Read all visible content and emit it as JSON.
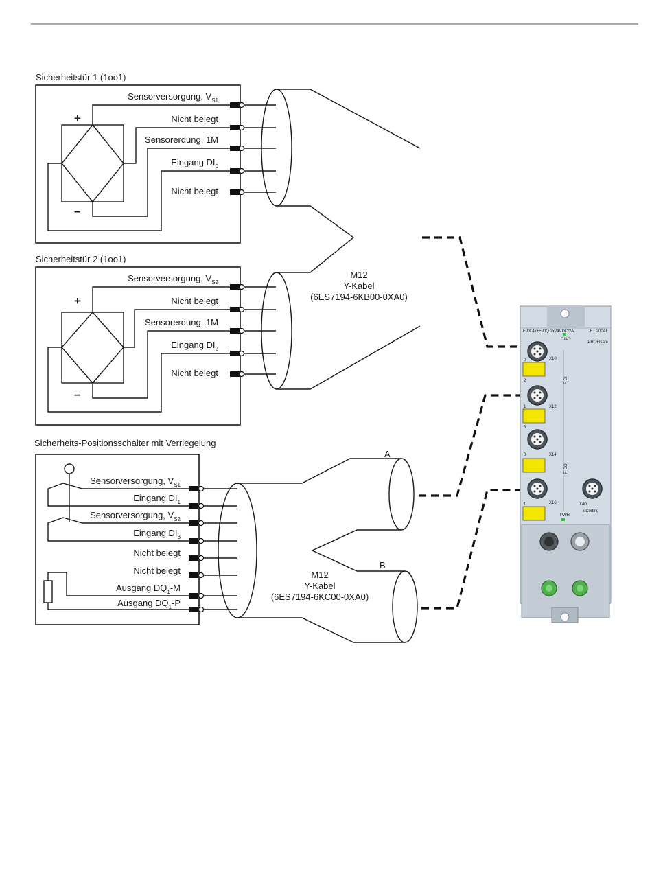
{
  "door1": {
    "title": "Sicherheitstür 1 (1oo1)",
    "pins": [
      {
        "label": "Sensorversorgung, V",
        "sub": "S1"
      },
      {
        "label": "Nicht belegt",
        "sub": ""
      },
      {
        "label": "Sensorerdung, 1M",
        "sub": ""
      },
      {
        "label": "Eingang DI",
        "sub": "0"
      },
      {
        "label": "Nicht belegt",
        "sub": ""
      }
    ],
    "plus": "+",
    "minus": "–"
  },
  "door2": {
    "title": "Sicherheitstür 2 (1oo1)",
    "pins": [
      {
        "label": "Sensorversorgung, V",
        "sub": "S2"
      },
      {
        "label": "Nicht belegt",
        "sub": ""
      },
      {
        "label": "Sensorerdung, 1M",
        "sub": ""
      },
      {
        "label": "Eingang DI",
        "sub": "2"
      },
      {
        "label": "Nicht belegt",
        "sub": ""
      }
    ],
    "plus": "+",
    "minus": "–"
  },
  "cable1": {
    "line1": "M12",
    "line2": "Y-Kabel",
    "line3": "(6ES7194-6KB00-0XA0)"
  },
  "switch": {
    "title": "Sicherheits-Positionsschalter mit Verriegelung",
    "pins": [
      {
        "label": "Sensorversorgung, V",
        "sub": "S1",
        "suffix": ""
      },
      {
        "label": "Eingang DI",
        "sub": "1",
        "suffix": ""
      },
      {
        "label": "Sensorversorgung, V",
        "sub": "S2",
        "suffix": ""
      },
      {
        "label": "Eingang DI",
        "sub": "3",
        "suffix": ""
      },
      {
        "label": "Nicht belegt",
        "sub": "",
        "suffix": ""
      },
      {
        "label": "Nicht belegt",
        "sub": "",
        "suffix": ""
      },
      {
        "label": "Ausgang DQ",
        "sub": "1",
        "suffix": "-M"
      },
      {
        "label": "Ausgang DQ",
        "sub": "1",
        "suffix": "-P"
      }
    ]
  },
  "cable2": {
    "line1": "M12",
    "line2": "Y-Kabel",
    "line3": "(6ES7194-6KC00-0XA0)",
    "branch_a": "A",
    "branch_b": "B"
  },
  "module": {
    "type_label": "F-DI 4x+F-DQ 2x24VDC/2A",
    "product": "ET 200AL",
    "bus": "PROFIsafe",
    "diag": "DIAG",
    "pwr": "PWR",
    "ports": [
      "X10",
      "X12",
      "X14",
      "X16",
      "X40"
    ],
    "port_numbers": [
      "0",
      "2",
      "1",
      "3",
      "0",
      "1"
    ],
    "group_di": "F-DI",
    "group_dq": "F-DQ",
    "ecoding": "eCoding",
    "colors": {
      "housing": "#d3dce4",
      "label": "#f2e600",
      "led": "#35c24a",
      "green_conn": "#4fb24a"
    }
  }
}
